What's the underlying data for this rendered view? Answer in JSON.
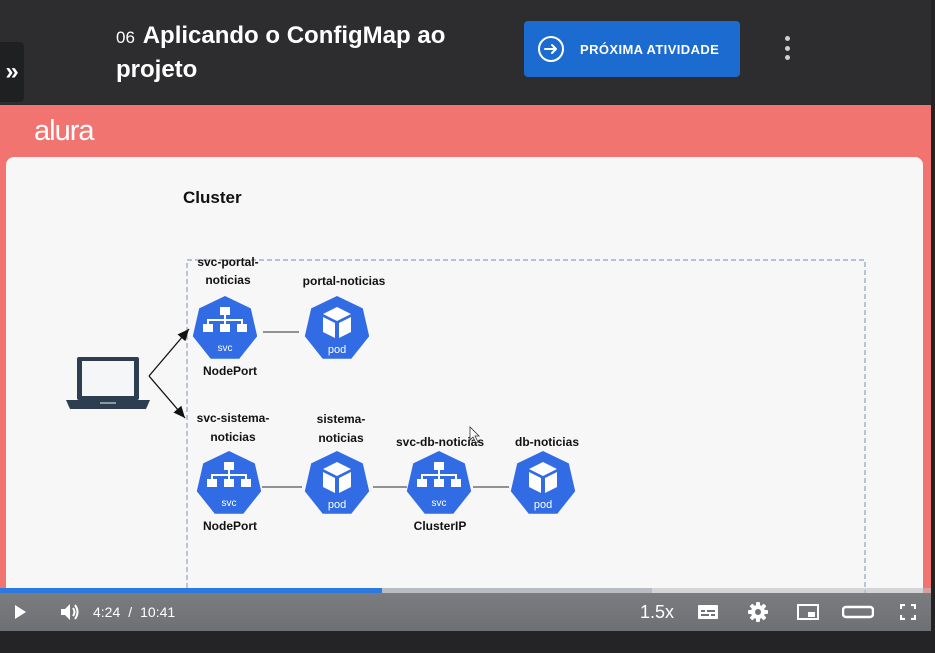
{
  "header": {
    "lesson_number": "06",
    "lesson_title": "Aplicando o ConfigMap ao projeto",
    "next_button_label": "PRÓXIMA ATIVIDADE",
    "sidebar_toggle_glyph": "»"
  },
  "video": {
    "brand": "alura",
    "slide": {
      "cluster_label": "Cluster",
      "nodes": {
        "svc_portal_name_line1": "svc-portal-",
        "svc_portal_name_line2": "noticias",
        "svc_portal_icon_text": "svc",
        "svc_portal_type": "NodePort",
        "portal_pod_name": "portal-noticias",
        "portal_pod_icon_text": "pod",
        "svc_sistema_name_line1": "svc-sistema-",
        "svc_sistema_name_line2": "noticias",
        "svc_sistema_icon_text": "svc",
        "svc_sistema_type": "NodePort",
        "sistema_pod_name_line1": "sistema-",
        "sistema_pod_name_line2": "noticias",
        "sistema_pod_icon_text": "pod",
        "svc_db_name": "svc-db-noticias",
        "svc_db_icon_text": "svc",
        "svc_db_type": "ClusterIP",
        "db_pod_name": "db-noticias",
        "db_pod_icon_text": "pod"
      }
    }
  },
  "player": {
    "current_time": "4:24",
    "separator": "/",
    "duration": "10:41",
    "speed": "1.5x",
    "progress_fraction": 0.41,
    "buffered_fraction": 0.7,
    "icons": [
      "play-icon",
      "volume-icon",
      "subtitles-icon",
      "settings-icon",
      "miniplayer-icon",
      "theater-icon",
      "fullscreen-icon"
    ]
  },
  "colors": {
    "accent_blue": "#1c6bd1",
    "k8s_blue": "#326ce5",
    "brand_coral": "#f27470",
    "progress_blue": "#2a7ae2"
  }
}
